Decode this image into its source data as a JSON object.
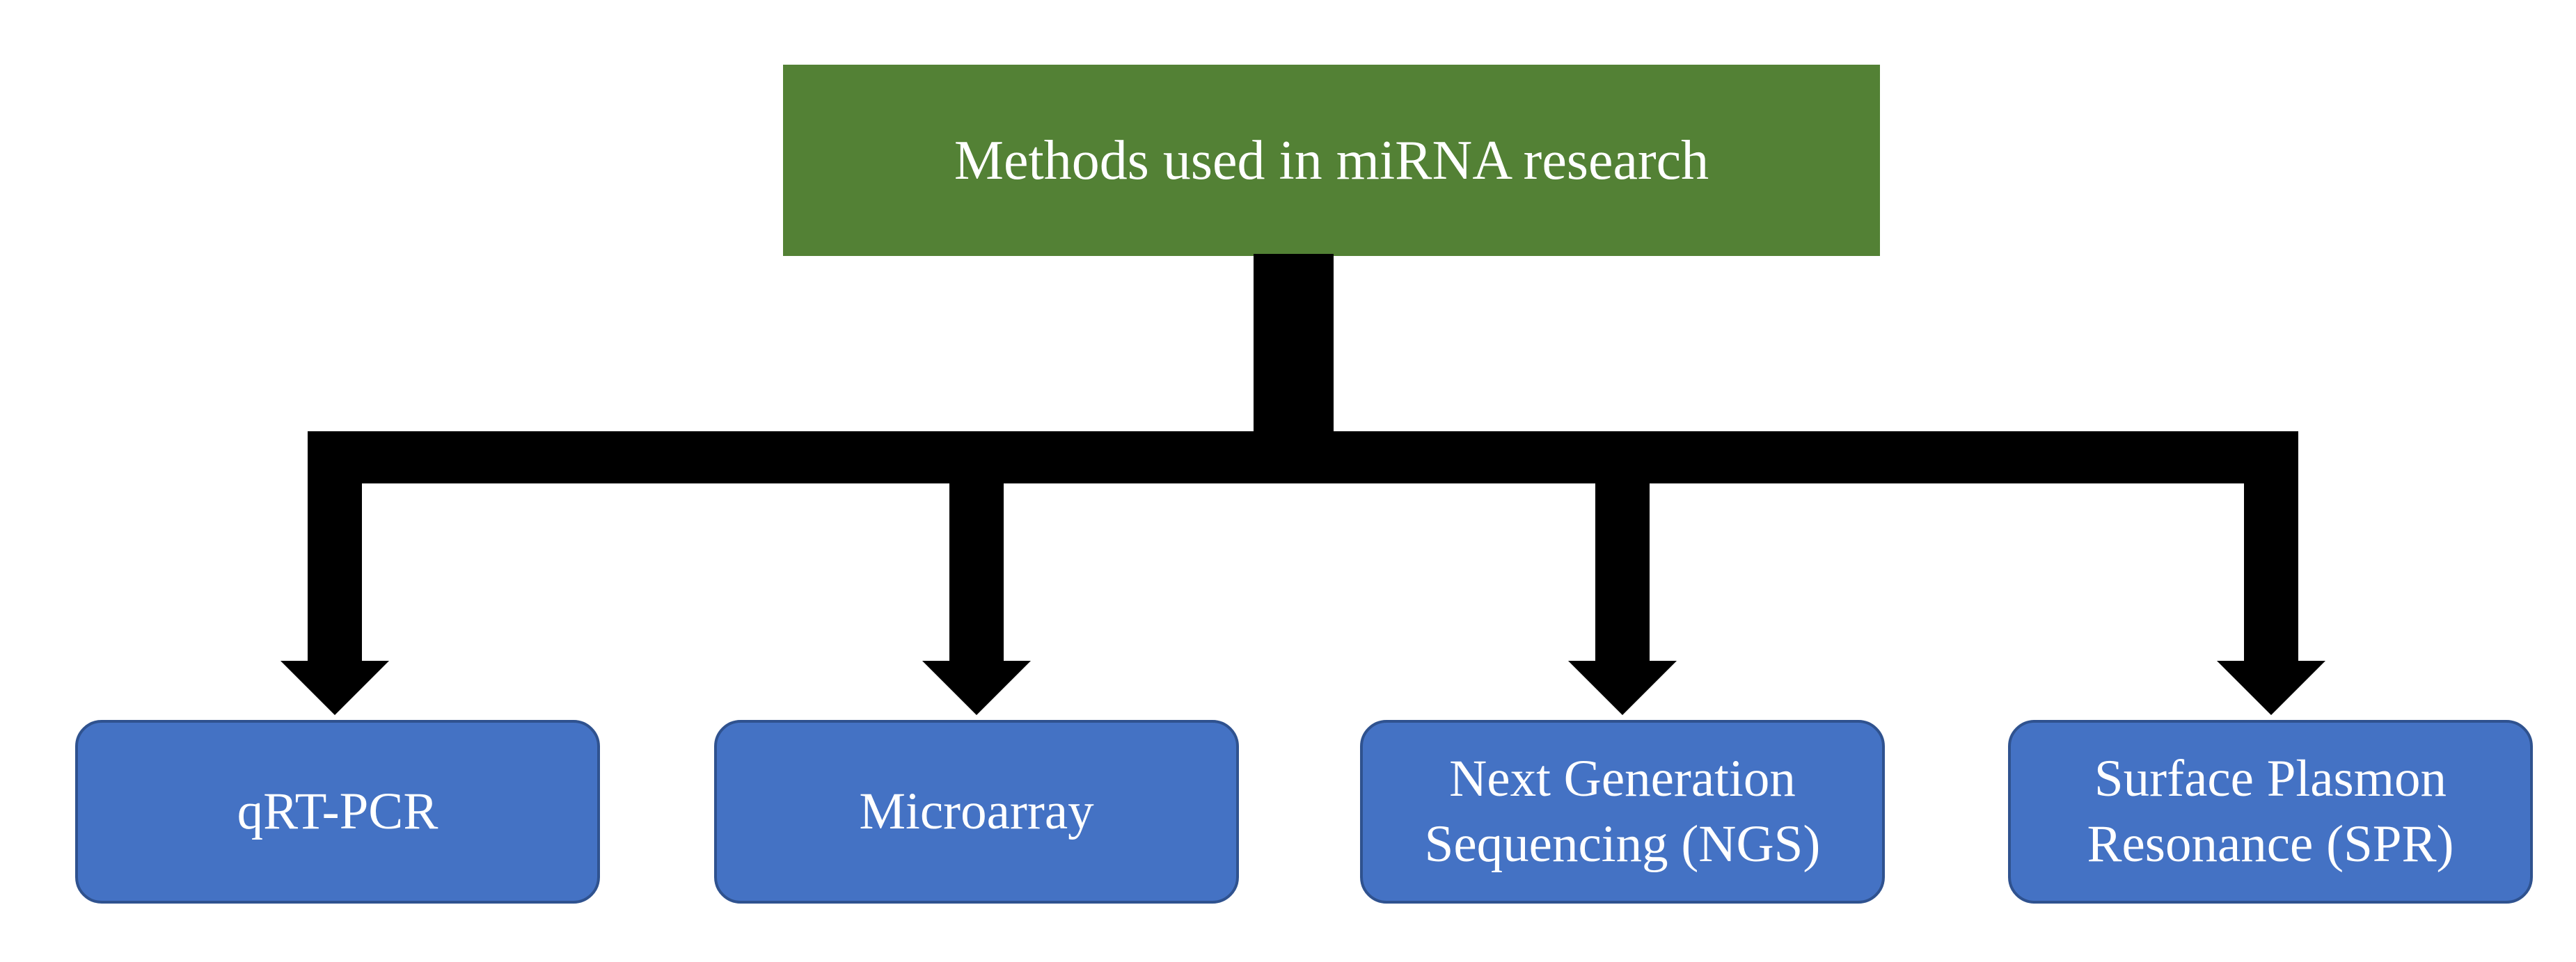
{
  "diagram": {
    "title": "Methods used in miRNA research",
    "root": {
      "label": "Methods used in miRNA research"
    },
    "children": [
      {
        "label": "qRT-PCR"
      },
      {
        "label": "Microarray"
      },
      {
        "label": "Next Generation Sequencing (NGS)"
      },
      {
        "label": "Surface Plasmon Resonance (SPR)"
      }
    ],
    "colors": {
      "root_fill": "#538135",
      "child_fill": "#4472C4",
      "child_border": "#2F528F",
      "connector": "#000000",
      "text": "#FFFFFF",
      "background": "#FFFFFF"
    }
  }
}
